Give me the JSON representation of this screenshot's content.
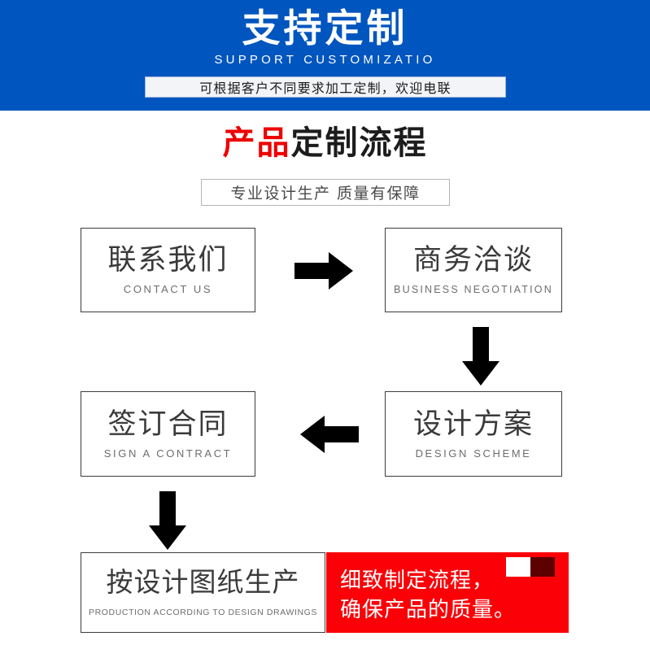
{
  "header": {
    "title": "支持定制",
    "subtitle": "SUPPORT CUSTOMIZATIO",
    "pill_text": "可根据客户不同要求加工定制，欢迎电联",
    "bg_color": "#0055bf",
    "pill_bg_color": "#f2f4f7"
  },
  "section": {
    "title_red": "产品",
    "title_dark": "定制流程",
    "subtitle": "专业设计生产 质量有保障",
    "red_color": "#ee0000",
    "dark_color": "#1c1c1c"
  },
  "flow": {
    "steps": [
      {
        "id": "contact",
        "cn": "联系我们",
        "en": "CONTACT US"
      },
      {
        "id": "business",
        "cn": "商务洽谈",
        "en": "BUSINESS  NEGOTIATION"
      },
      {
        "id": "design",
        "cn": "设计方案",
        "en": "DESIGN  SCHEME"
      },
      {
        "id": "sign",
        "cn": "签订合同",
        "en": "SIGN A CONTRACT"
      },
      {
        "id": "production",
        "cn": "按设计图纸生产",
        "en": "PRODUCTION ACCORDING TO DESIGN DRAWINGS"
      }
    ],
    "arrows": [
      {
        "id": "contact-to-business",
        "direction": "right"
      },
      {
        "id": "business-to-design",
        "direction": "down"
      },
      {
        "id": "design-to-sign",
        "direction": "left"
      },
      {
        "id": "sign-to-production",
        "direction": "down"
      }
    ]
  },
  "callout": {
    "line1": "细致制定流程，",
    "line2": "确保产品的质量。",
    "bg_color": "#fb0007",
    "deco_white": "#ffffff",
    "deco_dark": "#5c0000"
  }
}
